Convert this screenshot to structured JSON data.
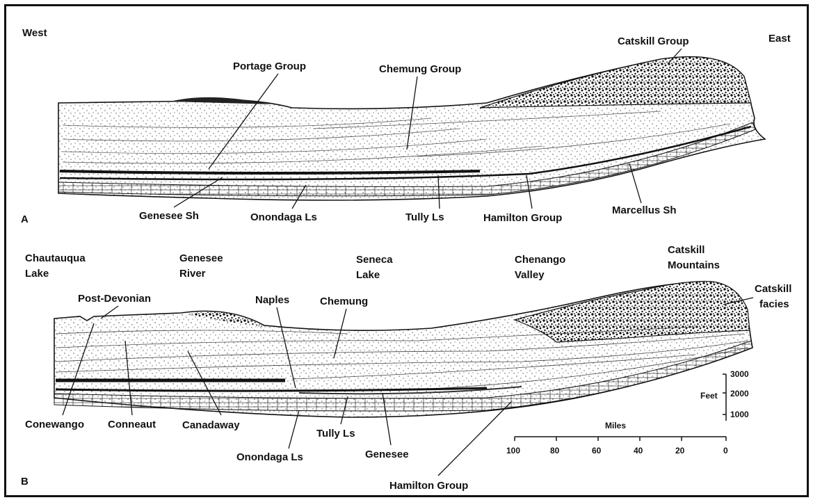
{
  "colors": {
    "ink": "#111111",
    "paper": "#ffffff",
    "stipple": "#444444"
  },
  "section_a": {
    "panel_label": "A",
    "west": "West",
    "east": "East",
    "labels": {
      "catskill_group": "Catskill Group",
      "portage_group": "Portage Group",
      "chemung_group": "Chemung Group",
      "genesee_sh": "Genesee Sh",
      "onondaga_ls": "Onondaga Ls",
      "tully_ls": "Tully Ls",
      "hamilton_group": "Hamilton Group",
      "marcellus_sh": "Marcellus Sh"
    }
  },
  "section_b": {
    "panel_label": "B",
    "places": {
      "chautauqua_1": "Chautauqua",
      "chautauqua_2": "Lake",
      "genesee_1": "Genesee",
      "genesee_2": "River",
      "seneca_1": "Seneca",
      "seneca_2": "Lake",
      "chenango_1": "Chenango",
      "chenango_2": "Valley",
      "catskill_mtn_1": "Catskill",
      "catskill_mtn_2": "Mountains"
    },
    "labels": {
      "post_devonian": "Post-Devonian",
      "naples": "Naples",
      "chemung": "Chemung",
      "catskill_facies_1": "Catskill",
      "catskill_facies_2": "facies",
      "conewango": "Conewango",
      "conneaut": "Conneaut",
      "canadaway": "Canadaway",
      "onondaga_ls": "Onondaga Ls",
      "tully_ls": "Tully Ls",
      "genesee": "Genesee",
      "hamilton_group": "Hamilton Group"
    },
    "scale": {
      "feet_label": "Feet",
      "feet_ticks": [
        "3000",
        "2000",
        "1000"
      ],
      "miles_label": "Miles",
      "miles_ticks": [
        "100",
        "80",
        "60",
        "40",
        "20",
        "0"
      ]
    }
  }
}
